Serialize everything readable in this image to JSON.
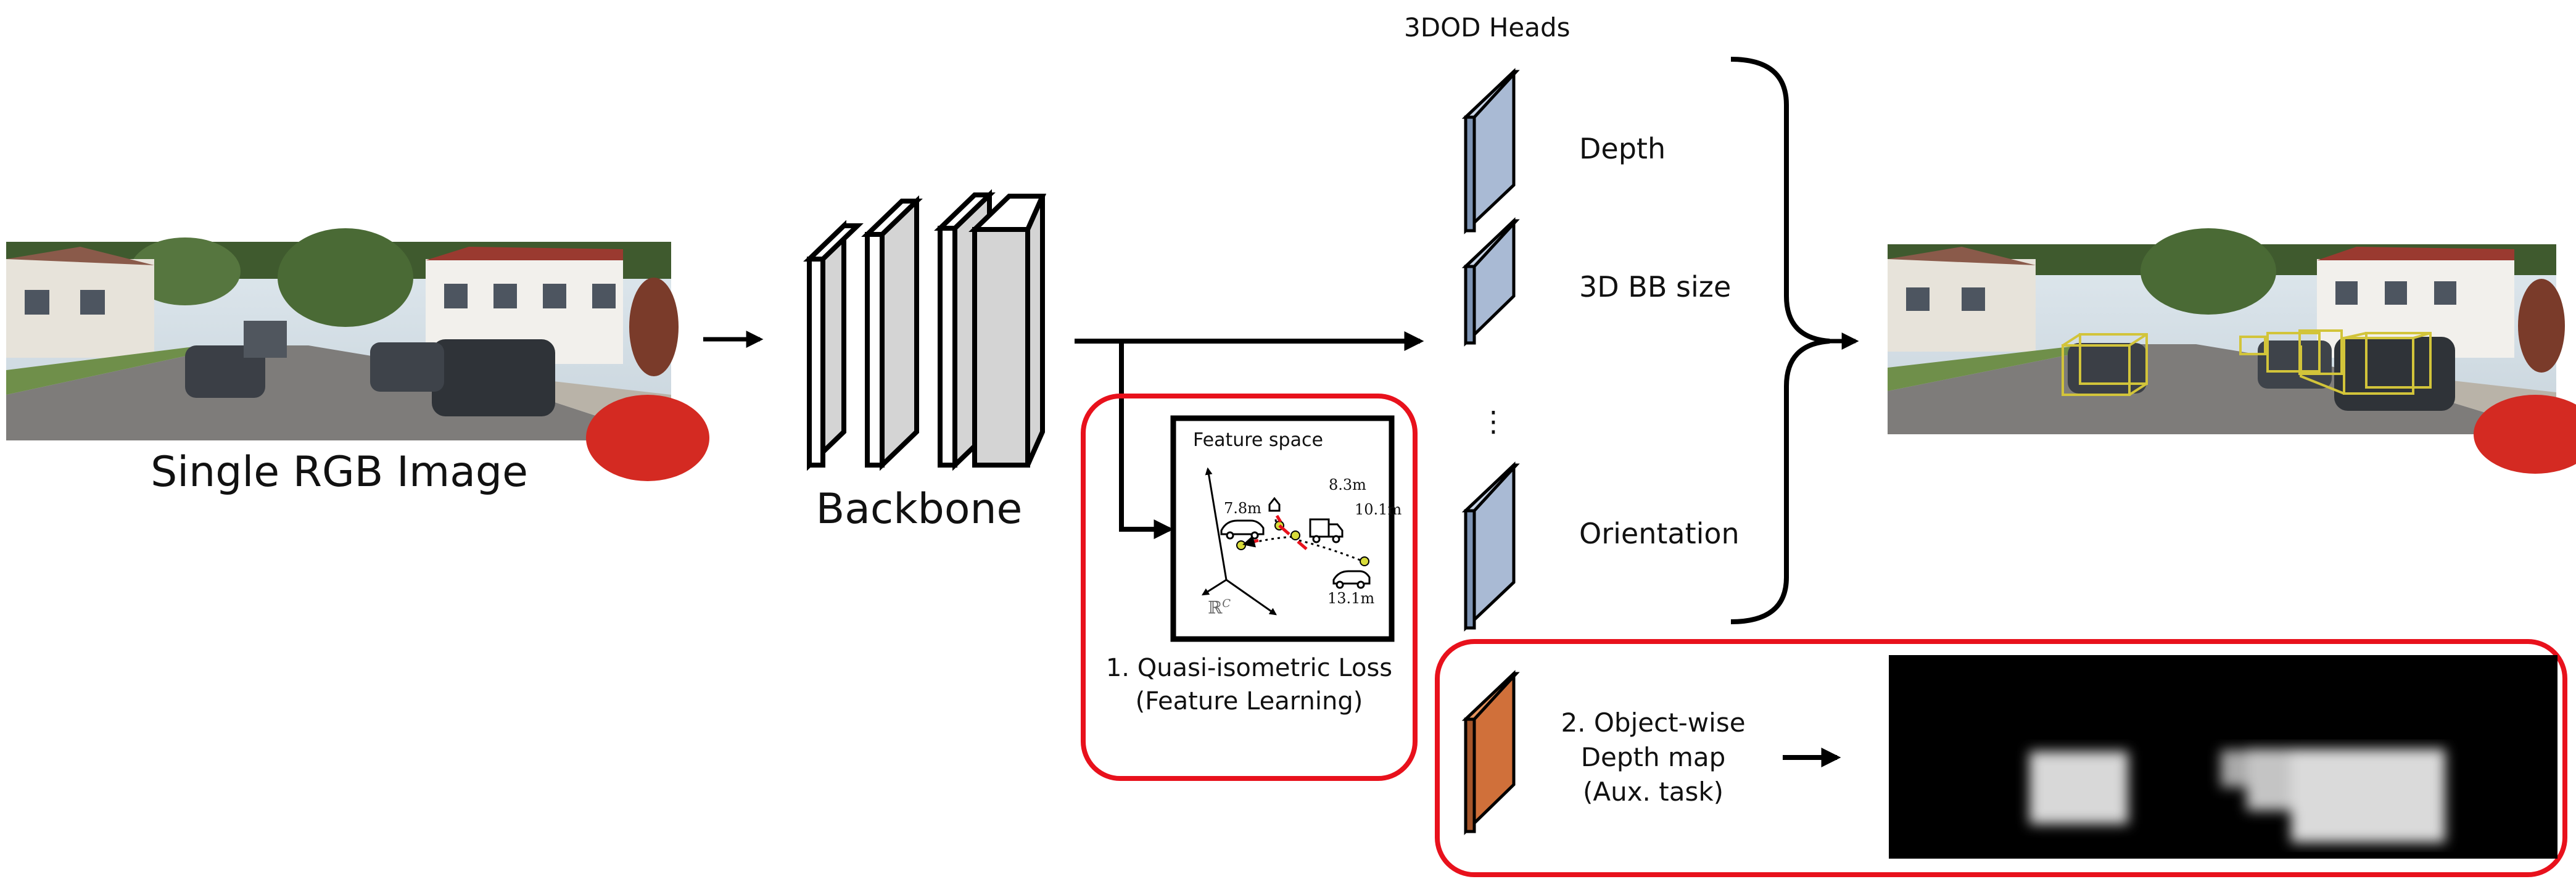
{
  "input": {
    "label": "Single RGB Image"
  },
  "backbone": {
    "label": "Backbone"
  },
  "heads": {
    "title": "3DOD Heads",
    "items": [
      {
        "label": "Depth"
      },
      {
        "label": "3D BB size"
      },
      {
        "label": "Orientation"
      }
    ],
    "ellipsis": "⋮"
  },
  "loss": {
    "feature_space_label": "Feature space",
    "line1": "1. Quasi-isometric Loss",
    "line2": "(Feature Learning)",
    "distances": [
      "7.8m",
      "8.3m",
      "10.1m",
      "13.1m"
    ],
    "space_symbol": "ℝ",
    "space_exponent": "C"
  },
  "aux": {
    "line1": "2. Object-wise",
    "line2": "Depth map",
    "line3": "(Aux. task)"
  },
  "colors": {
    "highlight_red": "#e8111c",
    "head_blue": "#a9bad4",
    "aux_orange": "#d0703a",
    "box_yellow": "#d2c43a"
  }
}
